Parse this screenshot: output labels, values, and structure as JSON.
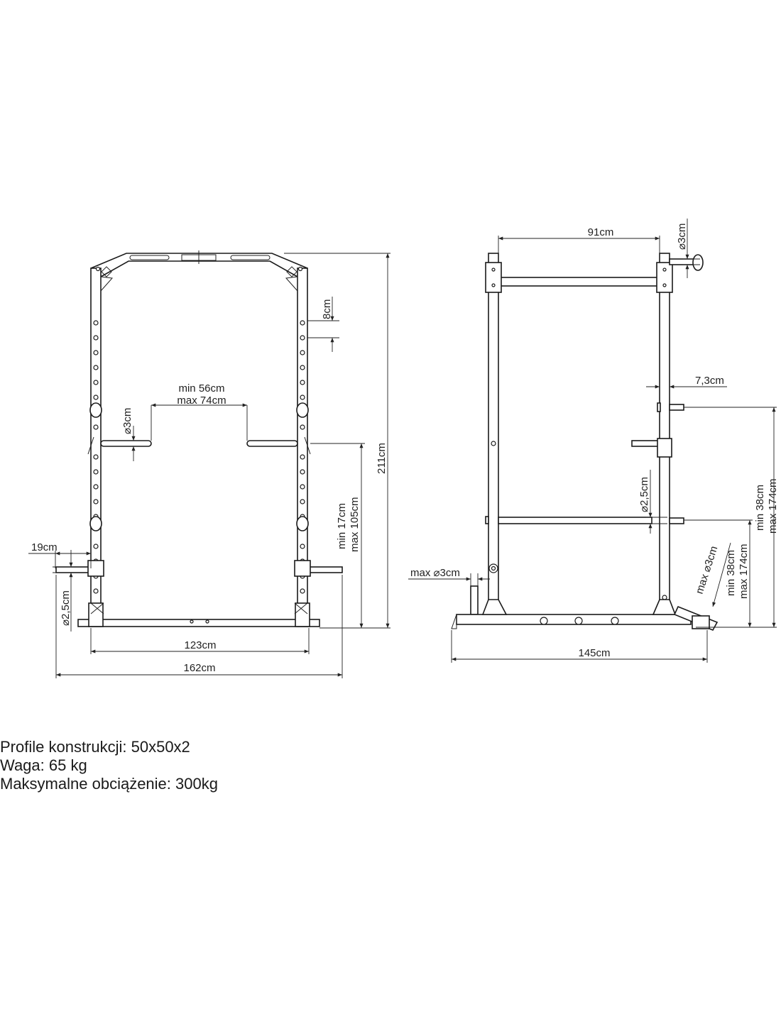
{
  "front_view": {
    "dimensions": {
      "top_hole_spacing": "8cm",
      "safety_width_min": "min 56cm",
      "safety_width_max": "max 74cm",
      "safety_bar_diameter": "⌀3cm",
      "safety_height_min": "min 17cm",
      "safety_height_max": "max 105cm",
      "total_height": "211cm",
      "horn_length": "19cm",
      "horn_diameter": "⌀2,5cm",
      "inner_width": "123cm",
      "total_width": "162cm"
    }
  },
  "side_view": {
    "dimensions": {
      "pullup_width": "91cm",
      "pullup_diameter": "⌀3cm",
      "hook_offset": "7,3cm",
      "hook_diameter": "⌀2,5cm",
      "hook_height_min": "min 38cm",
      "hook_height_max": "max 174cm",
      "floor_post_diameter": "max ⌀3cm",
      "landmine_diameter": "max ⌀3cm",
      "side_height_min": "min 38cm",
      "side_height_max": "max 174cm",
      "total_depth": "145cm"
    }
  },
  "specs": {
    "profile": "Profile konstrukcji: 50x50x2",
    "weight": "Waga: 65 kg",
    "max_load": "Maksymalne obciążenie: 300kg"
  }
}
